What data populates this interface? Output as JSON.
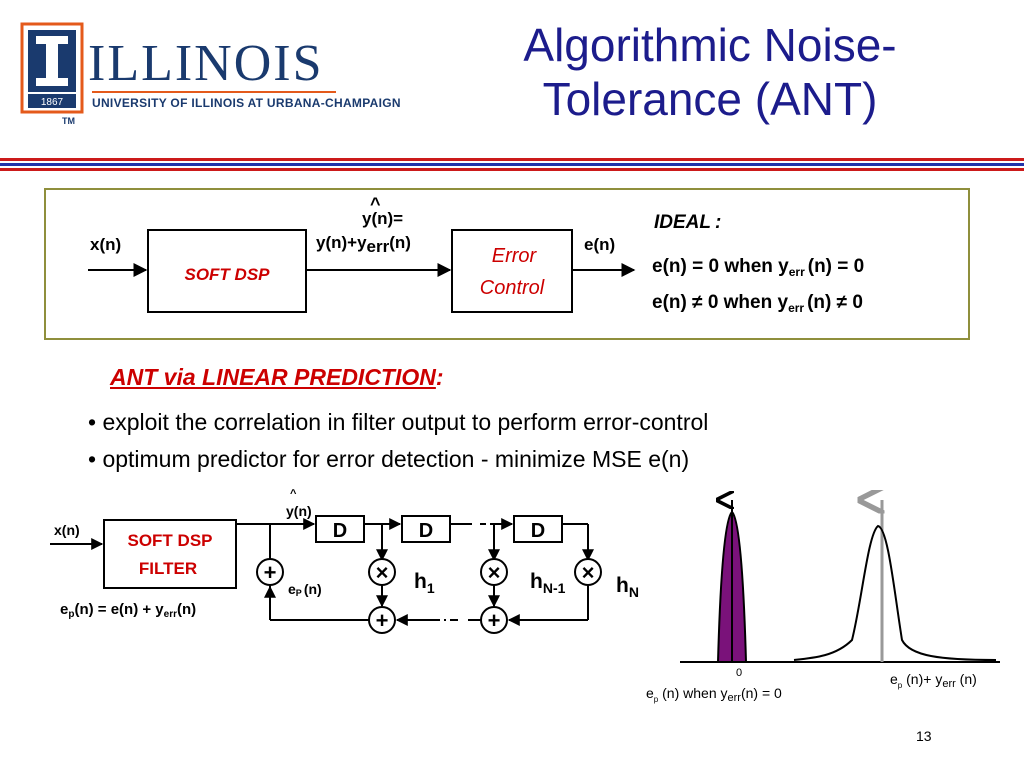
{
  "slide": {
    "title": "Algorithmic Noise-Tolerance (ANT)",
    "page_number": "13"
  },
  "logo": {
    "year": "1867",
    "wordmark": "ILLINOIS",
    "university": "UNIVERSITY OF ILLINOIS AT URBANA-CHAMPAIGN",
    "tm": "TM",
    "colors": {
      "navy": "#1a3a6e",
      "orange": "#e45a1b"
    }
  },
  "divider_colors": [
    "#cc1a1a",
    "#2233aa"
  ],
  "top_diagram": {
    "input": "x(n)",
    "soft_dsp": "SOFT DSP",
    "hat": "^",
    "y_hat": "y(n)=",
    "y_sum_a": "y(n)+y",
    "y_sum_sub": "err",
    "y_sum_b": "(n)",
    "error_control_1": "Error",
    "error_control_2": "Control",
    "output": "e(n)",
    "ideal_label": "IDEAL",
    "ideal_colon": ":",
    "eq1_a": "e(n) = 0 when y",
    "eq1_sub": "err",
    "eq1_b": "(n) = 0",
    "eq2_a": "e(n) ≠ 0 when y",
    "eq2_sub": "err",
    "eq2_b": "(n) ≠ 0"
  },
  "section": {
    "heading": "ANT via LINEAR PREDICTION",
    "heading_colon": ":",
    "bullets": [
      "• exploit the correlation in filter output to perform error-control",
      "• optimum predictor for error detection - minimize MSE e(n)"
    ]
  },
  "predictor_diagram": {
    "input": "x(n)",
    "filter_1": "SOFT DSP",
    "filter_2": "FILTER",
    "hat": "^",
    "y_hat": "y(n)",
    "delays": [
      "D",
      "D",
      "D"
    ],
    "plus": "+",
    "times": "×",
    "ep_e": "e",
    "ep_p": "P",
    "ep_n": "(n)",
    "taps": [
      {
        "base": "h",
        "sub": "1"
      },
      {
        "base": "h",
        "sub": "N-1"
      },
      {
        "base": "h",
        "sub": "N"
      }
    ],
    "eq_e": "e",
    "eq_p": "p",
    "eq_mid": "(n) = e(n) + y",
    "eq_sub": "err",
    "eq_end": "(n)"
  },
  "histogram": {
    "zero": "0",
    "label_left_e": "e",
    "label_left_p": "p",
    "label_left_mid": " (n) when y",
    "label_left_sub": "err",
    "label_left_end": "(n) = 0",
    "label_right_e": "e",
    "label_right_p": "p",
    "label_right_mid": " (n)+ y",
    "label_right_sub": "err",
    "label_right_end": " (n)",
    "colors": {
      "fill": "#7a127a",
      "gray_axis": "#999999"
    }
  }
}
